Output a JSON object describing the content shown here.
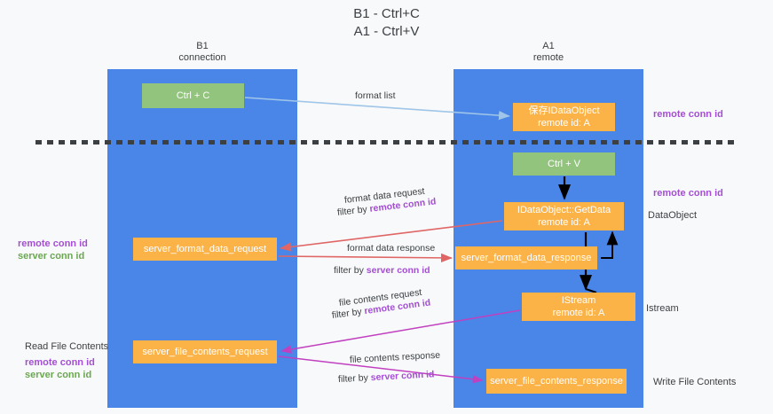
{
  "title": {
    "line1": "B1 - Ctrl+C",
    "line2": "A1 - Ctrl+V"
  },
  "columns": {
    "left": {
      "name": "B1",
      "role": "connection"
    },
    "right": {
      "name": "A1",
      "role": "remote"
    }
  },
  "colors": {
    "lane": "#4a86e8",
    "node_green": "#93c47d",
    "node_orange": "#fbb246",
    "accent_purple": "#a64dd6",
    "accent_green": "#6aa84f",
    "arrow_blue": "#9fc5e8",
    "arrow_red": "#e06666",
    "arrow_magenta": "#c040c0",
    "arrow_black": "#000000",
    "background": "#f8f9fa",
    "text": "#3c4043"
  },
  "nodes": {
    "ctrl_c": {
      "label": "Ctrl + C",
      "color": "green"
    },
    "idataobject": {
      "line1": "保存IDataObject",
      "line2": "remote id: A",
      "color": "orange"
    },
    "ctrl_v": {
      "label": "Ctrl + V",
      "color": "green"
    },
    "getdata": {
      "line1": "IDataObject::GetData",
      "line2": "remote id: A",
      "color": "orange"
    },
    "server_format_data_request": {
      "label": "server_format_data_request",
      "color": "orange"
    },
    "server_format_data_response": {
      "label": "server_format_data_response",
      "color": "orange"
    },
    "istream": {
      "line1": "IStream",
      "line2": "remote id: A",
      "color": "orange"
    },
    "server_file_contents_request": {
      "label": "server_file_contents_request",
      "color": "orange"
    },
    "server_file_contents_response": {
      "label": "server_file_contents_response",
      "color": "orange"
    }
  },
  "edge_labels": {
    "format_list": "format list",
    "format_data_request": "format data request",
    "format_data_request_filter_prefix": "filter by ",
    "format_data_request_filter_key": "remote conn id",
    "format_data_response": "format data response",
    "format_data_response_filter_prefix": "filter by ",
    "format_data_response_filter_key": "server conn id",
    "file_contents_request": "file contents request",
    "file_contents_request_filter_prefix": "filter by ",
    "file_contents_request_filter_key": "remote conn id",
    "file_contents_response": "file contents response",
    "file_contents_response_filter_prefix": "filter by ",
    "file_contents_response_filter_key": "server conn id"
  },
  "annotations": {
    "remote_conn_id_top": "remote conn id",
    "remote_conn_id_mid": "remote conn id",
    "dataobject": "DataObject",
    "istream": "Istream",
    "write_file_contents": "Write File Contents",
    "read_file_contents": "Read File Contents",
    "left_remote_conn_id": "remote conn id",
    "left_server_conn_id": "server conn id",
    "left_remote_conn_id_2": "remote conn id",
    "left_server_conn_id_2": "server conn id"
  }
}
